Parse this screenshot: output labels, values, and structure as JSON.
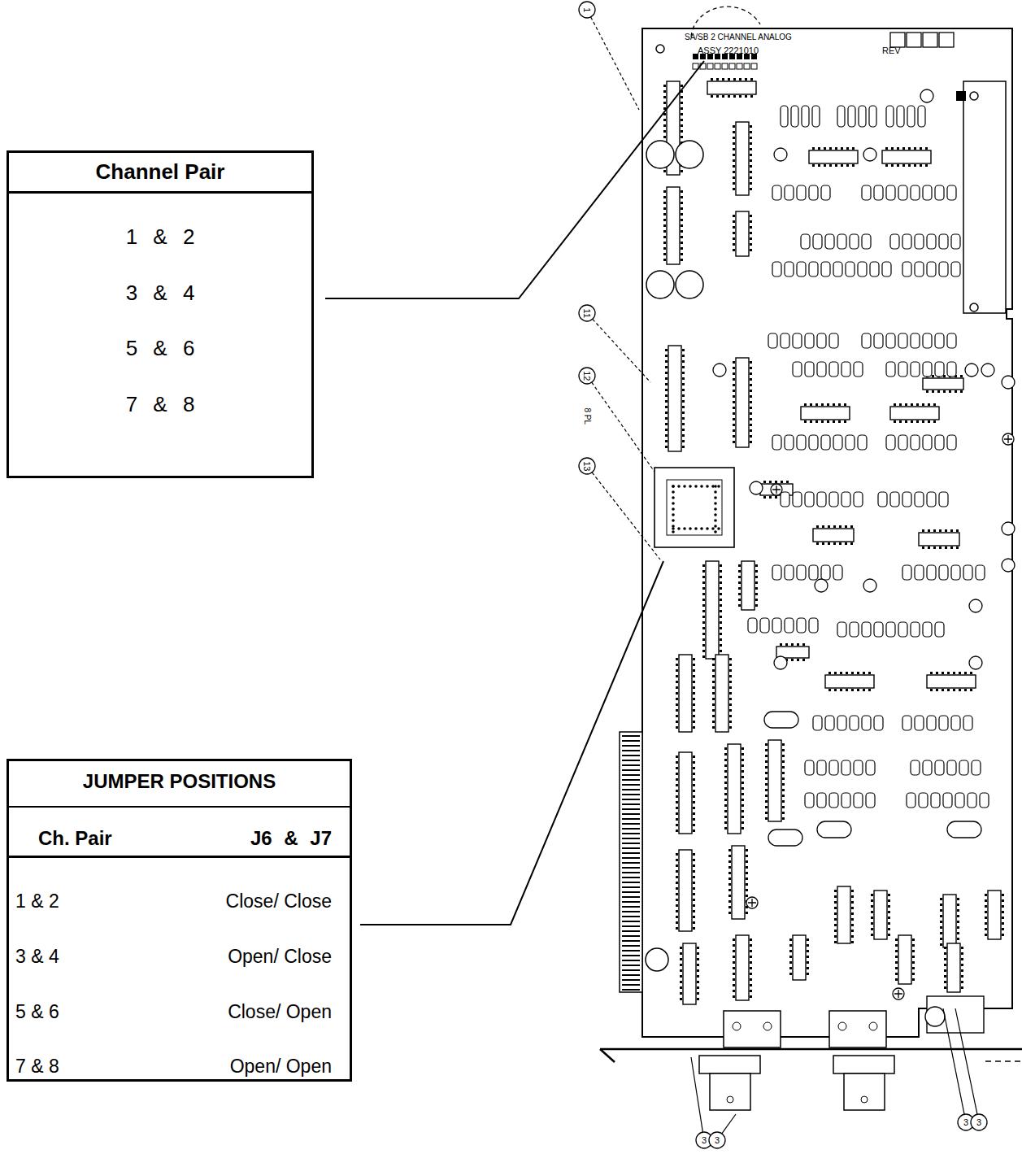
{
  "diagram": {
    "nodes": [
      {
        "text": [
          "Channel Pair",
          "1 & 2",
          "3 & 4",
          "5 & 6",
          "7 & 8"
        ]
      },
      {
        "text": [
          "JUMPER POSITIONS",
          "Ch. Pair",
          "J6 & J7",
          "1 & 2",
          "Close/ Close",
          "3 & 4",
          "Open/ Close",
          "5 & 6",
          "Close/ Open",
          "7 & 8",
          "Open/ Open"
        ]
      }
    ],
    "labels": [
      "SA/SB 2 CHANNEL ANALOG",
      "ASSY 2221010",
      "REV",
      "1",
      "11",
      "12",
      "13",
      "8 PL",
      "3",
      "3",
      "3",
      "3"
    ]
  }
}
